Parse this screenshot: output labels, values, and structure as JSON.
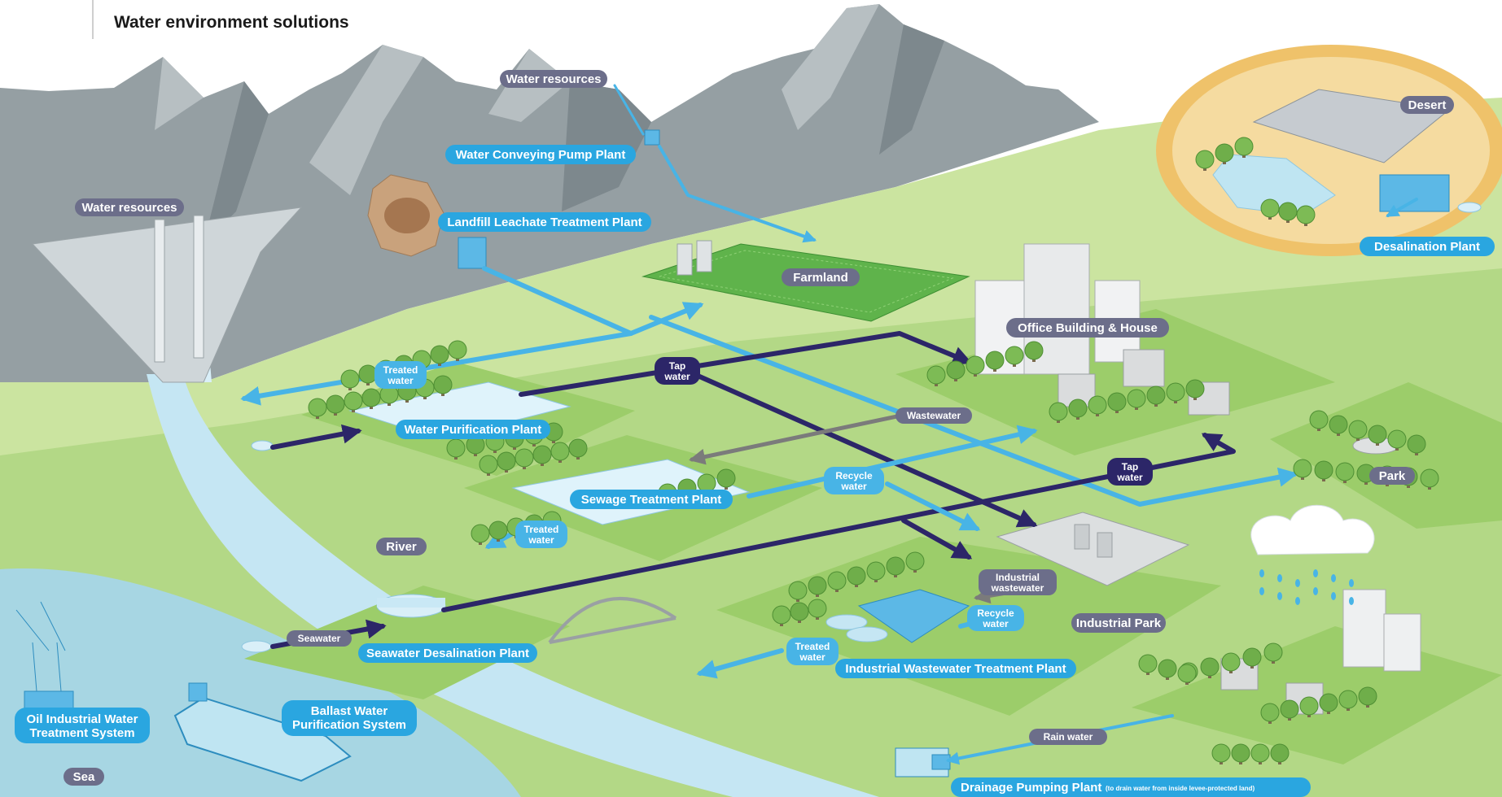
{
  "header": {
    "title": "Water environment solutions"
  },
  "colors": {
    "blue_label": "#2aa6e0",
    "gray_label": "#6c6e8a",
    "navy_label": "#2c2668",
    "sea": "#b7e0ea",
    "grass": "#a7d27a",
    "mountain": "#8c979c"
  },
  "labels": {
    "water_resources_top": "Water resources",
    "water_conveying_pump_plant": "Water Conveying Pump Plant",
    "water_resources_dam": "Water resources",
    "landfill_leachate_treatment_plant": "Landfill Leachate Treatment Plant",
    "farmland": "Farmland",
    "desert": "Desert",
    "desalination_plant": "Desalination Plant",
    "office_building_house": "Office Building & House",
    "treated_water_1": [
      "Treated",
      "water"
    ],
    "tap_water_1": [
      "Tap",
      "water"
    ],
    "water_purification_plant": "Water Purification Plant",
    "wastewater": "Wastewater",
    "park": "Park",
    "sewage_treatment_plant": "Sewage Treatment Plant",
    "recycle_water_1": [
      "Recycle",
      "water"
    ],
    "tap_water_2": [
      "Tap",
      "water"
    ],
    "treated_water_2": [
      "Treated",
      "water"
    ],
    "river": "River",
    "industrial_wastewater": [
      "Industrial",
      "wastewater"
    ],
    "recycle_water_2": [
      "Recycle",
      "water"
    ],
    "industrial_park": "Industrial Park",
    "seawater": "Seawater",
    "seawater_desalination_plant": "Seawater Desalination Plant",
    "treated_water_3": [
      "Treated",
      "water"
    ],
    "industrial_wastewater_treatment_plant": "Industrial Wastewater Treatment Plant",
    "oil_industrial_water_treatment_system": [
      "Oil Industrial Water",
      "Treatment System"
    ],
    "ballast_water_purification_system": [
      "Ballast Water",
      "Purification System"
    ],
    "sea": "Sea",
    "rain_water": "Rain water",
    "drainage_pumping_plant": "Drainage Pumping Plant",
    "drainage_pumping_plant_note": "(to drain water from inside levee-protected land)"
  }
}
